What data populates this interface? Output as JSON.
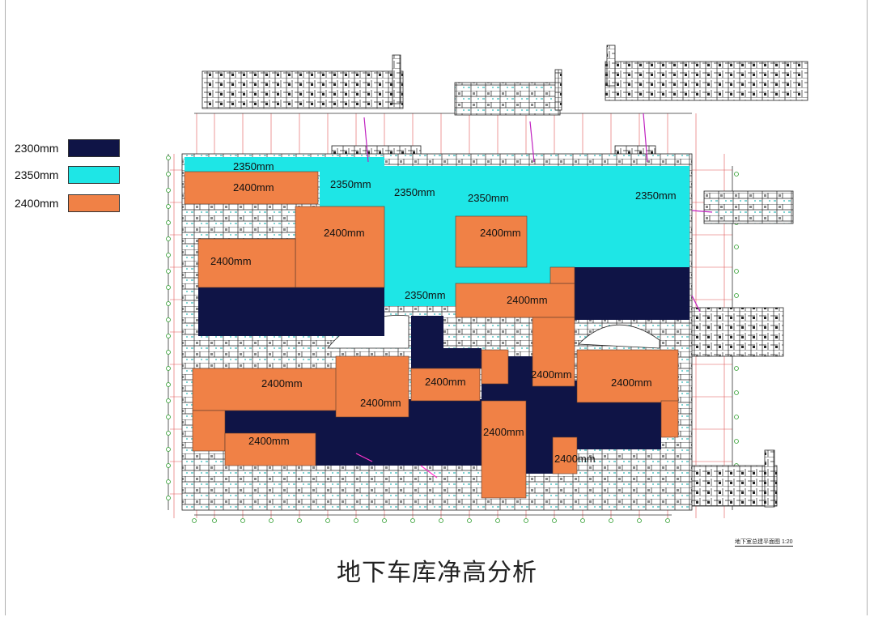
{
  "title": "地下车库净高分析",
  "drawing_note": "地下室总建平面图 1:20",
  "legend": [
    {
      "label": "2300mm",
      "color": "#0f1446"
    },
    {
      "label": "2350mm",
      "color": "#1ee6e6"
    },
    {
      "label": "2400mm",
      "color": "#f08146"
    }
  ],
  "zones": {
    "z1": "2350mm",
    "z2": "2400mm",
    "z3": "2350mm",
    "z4": "2350mm",
    "z5": "2350mm",
    "z6": "2350mm",
    "z7": "2400mm",
    "z8": "2400mm",
    "z9": "2400mm",
    "z10": "2350mm",
    "z11": "2400mm",
    "z12": "2400mm",
    "z13": "2400mm",
    "z14": "2400mm",
    "z15": "2400mm",
    "z16": "2400mm",
    "z17": "2400mm",
    "z18": "2400mm",
    "z19": "2400mm",
    "z20": "2400mm"
  }
}
